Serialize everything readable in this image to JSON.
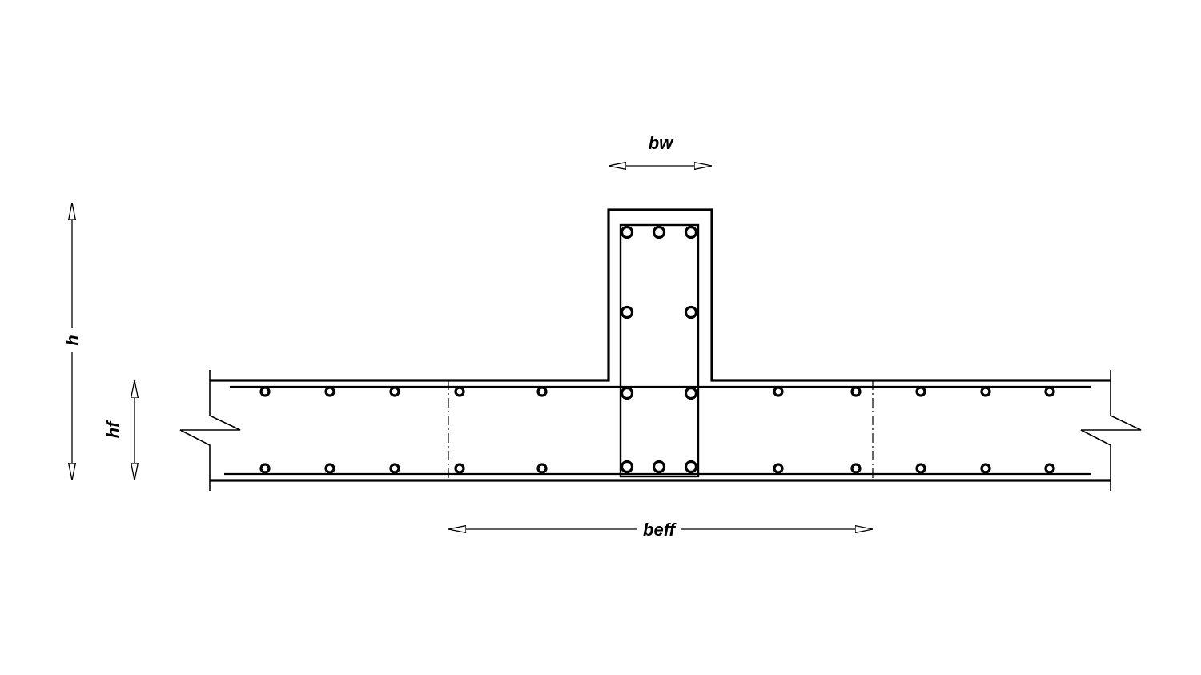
{
  "labels": {
    "bw": "bw",
    "h": "h",
    "hf": "hf",
    "beff": "beff"
  },
  "colors": {
    "line": "#000000",
    "background": "#ffffff"
  }
}
